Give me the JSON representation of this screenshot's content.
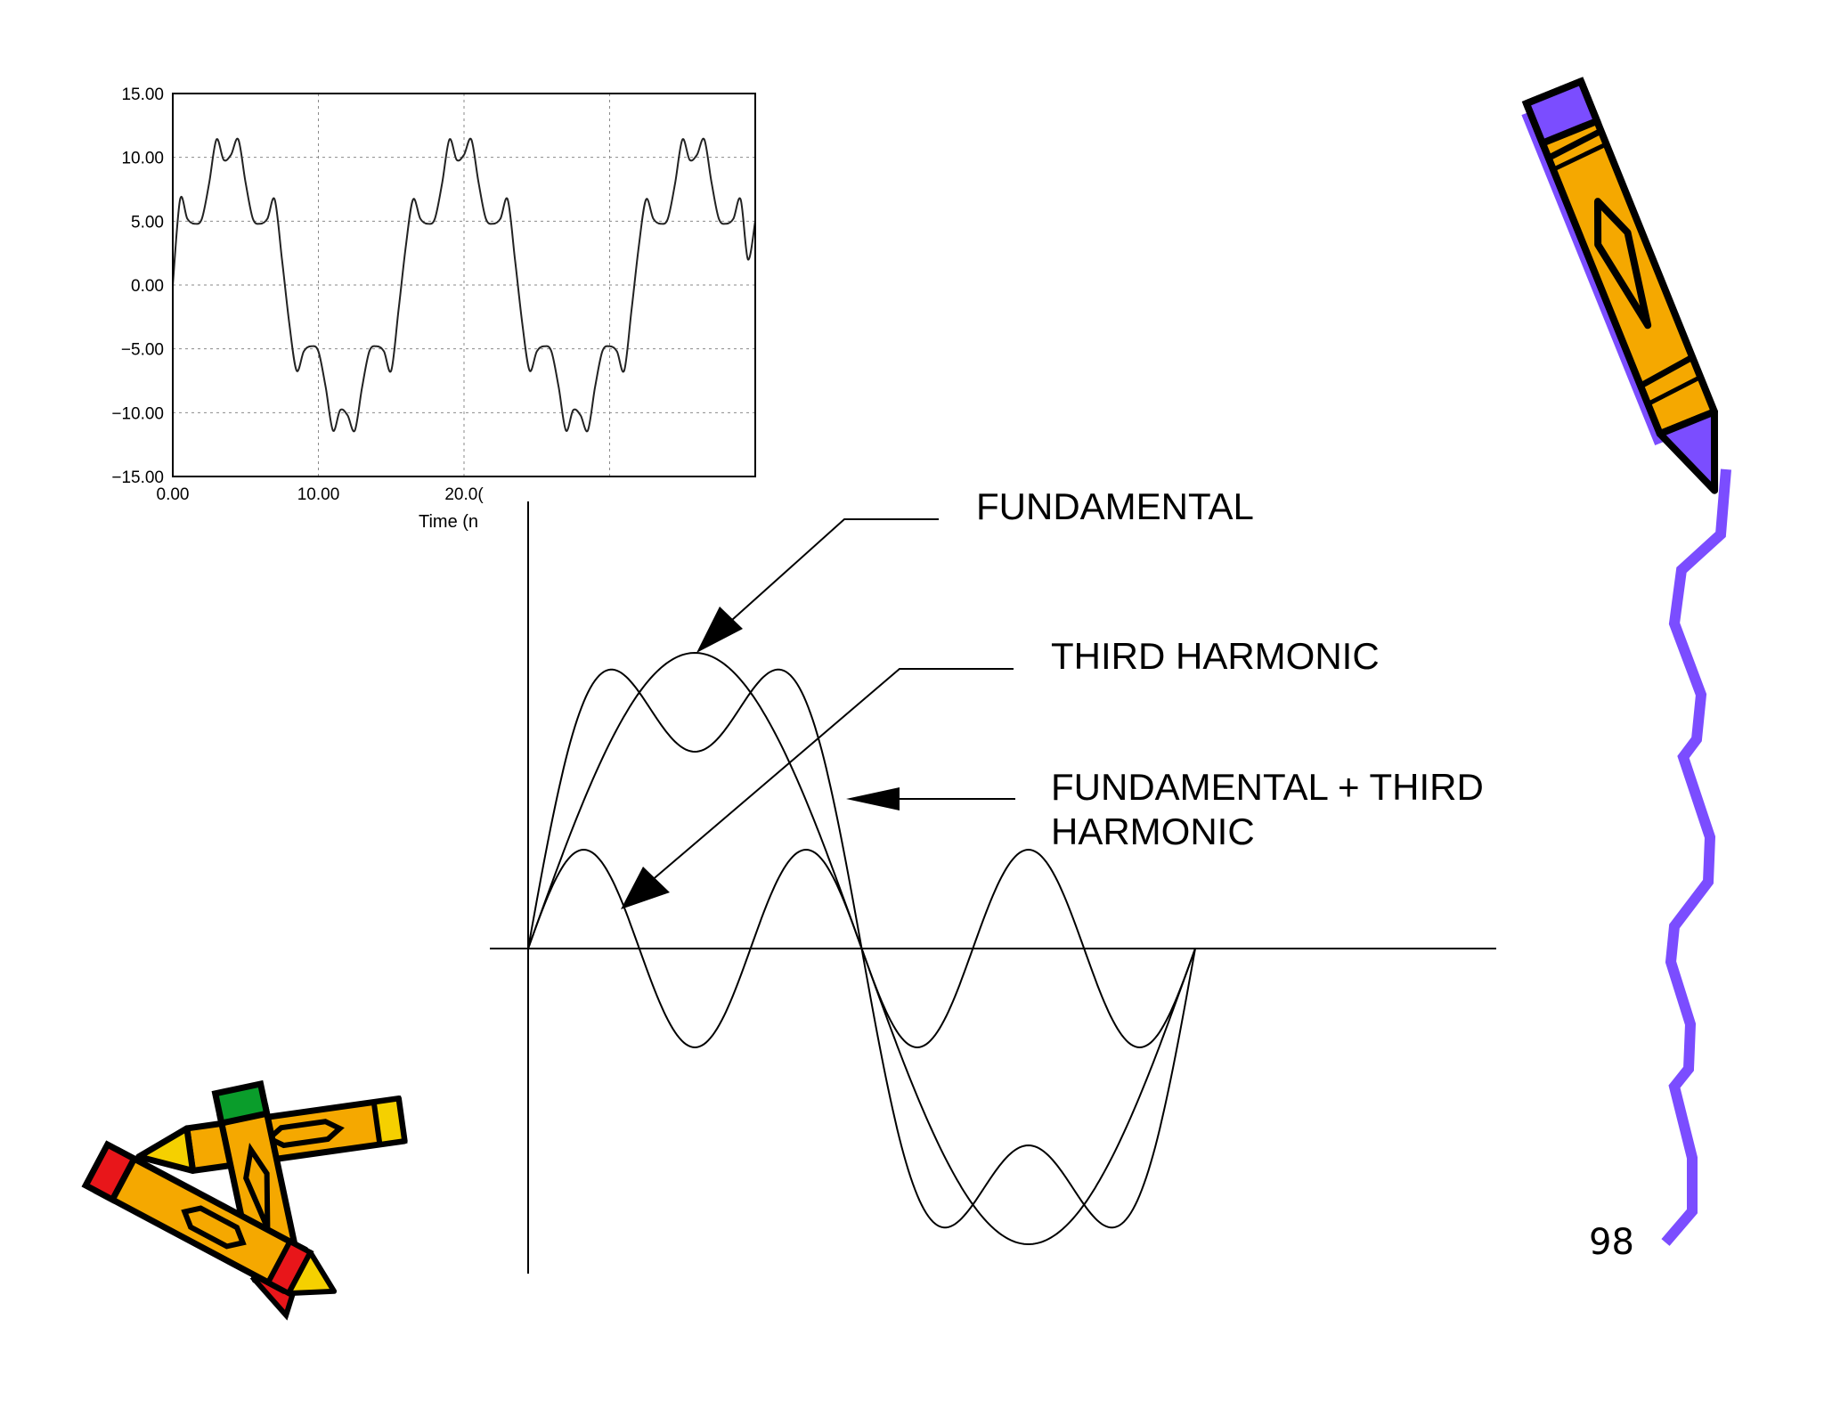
{
  "top_chart": {
    "y_ticks": [
      "15.00",
      "10.00",
      "5.00",
      "0.00",
      "−5.00",
      "−10.00",
      "−15.00"
    ],
    "x_ticks": [
      "0.00",
      "10.00",
      "20.0("
    ],
    "x_label": "Time (n"
  },
  "waveform_diagram": {
    "labels": {
      "fundamental": "FUNDAMENTAL",
      "third_harmonic": "THIRD HARMONIC",
      "sum_line1": "FUNDAMENTAL + THIRD",
      "sum_line2": "HARMONIC"
    }
  },
  "page_number": "98",
  "colors": {
    "crayon_orange": "#f5a800",
    "crayon_purple": "#7b4dff",
    "crayon_red": "#e8161a",
    "crayon_green": "#0a9d2b",
    "outline": "#000000"
  },
  "chart_data": {
    "type": "line",
    "title": "",
    "xlabel": "Time (n",
    "ylabel": "",
    "x_ticks": [
      0,
      10,
      20
    ],
    "ylim": [
      -15,
      15
    ],
    "xlim": [
      0,
      40
    ],
    "grid": true,
    "series": [
      {
        "x": [
          0,
          0.5,
          1,
          1.5,
          2,
          2.5,
          3,
          3.5,
          4,
          4.5,
          5,
          5.5,
          6,
          6.5,
          7,
          7.5,
          8,
          8.5,
          9,
          9.5,
          10,
          10.5,
          11,
          11.5,
          12,
          12.5,
          13,
          13.5,
          14,
          14.5,
          15,
          15.5,
          16,
          16.5,
          17,
          17.5,
          18,
          18.5,
          19,
          19.5,
          20,
          20.5,
          21,
          21.5,
          22,
          22.5,
          23,
          23.5,
          24,
          24.5,
          25,
          25.5,
          26,
          26.5,
          27,
          27.5,
          28,
          28.5,
          29,
          29.5,
          30,
          30.5,
          31,
          31.5,
          32,
          32.5,
          33,
          33.5,
          34,
          34.5,
          35,
          35.5,
          36,
          36.5,
          37,
          37.5,
          38,
          38.5,
          39,
          39.5,
          40
        ],
        "values": [
          0,
          6.7,
          5.2,
          4.8,
          5.2,
          8,
          11.4,
          9.8,
          10.2,
          11.4,
          8,
          5.2,
          4.8,
          5.2,
          6.7,
          2,
          -3,
          -6.7,
          -5.2,
          -4.8,
          -5.2,
          -8,
          -11.4,
          -9.8,
          -10.2,
          -11.4,
          -8,
          -5.2,
          -4.8,
          -5.2,
          -6.7,
          -2,
          3,
          6.7,
          5.2,
          4.8,
          5.2,
          8,
          11.4,
          9.8,
          10.2,
          11.4,
          8,
          5.2,
          4.8,
          5.2,
          6.7,
          2,
          -3,
          -6.7,
          -5.2,
          -4.8,
          -5.2,
          -8,
          -11.4,
          -9.8,
          -10.2,
          -11.4,
          -8,
          -5.2,
          -4.8,
          -5.2,
          -6.7,
          -2,
          3,
          6.7,
          5.2,
          4.8,
          5.2,
          8,
          11.4,
          9.8,
          10.2,
          11.4,
          8,
          5.2,
          4.8,
          5.2,
          6.7,
          2,
          5
        ]
      }
    ]
  }
}
